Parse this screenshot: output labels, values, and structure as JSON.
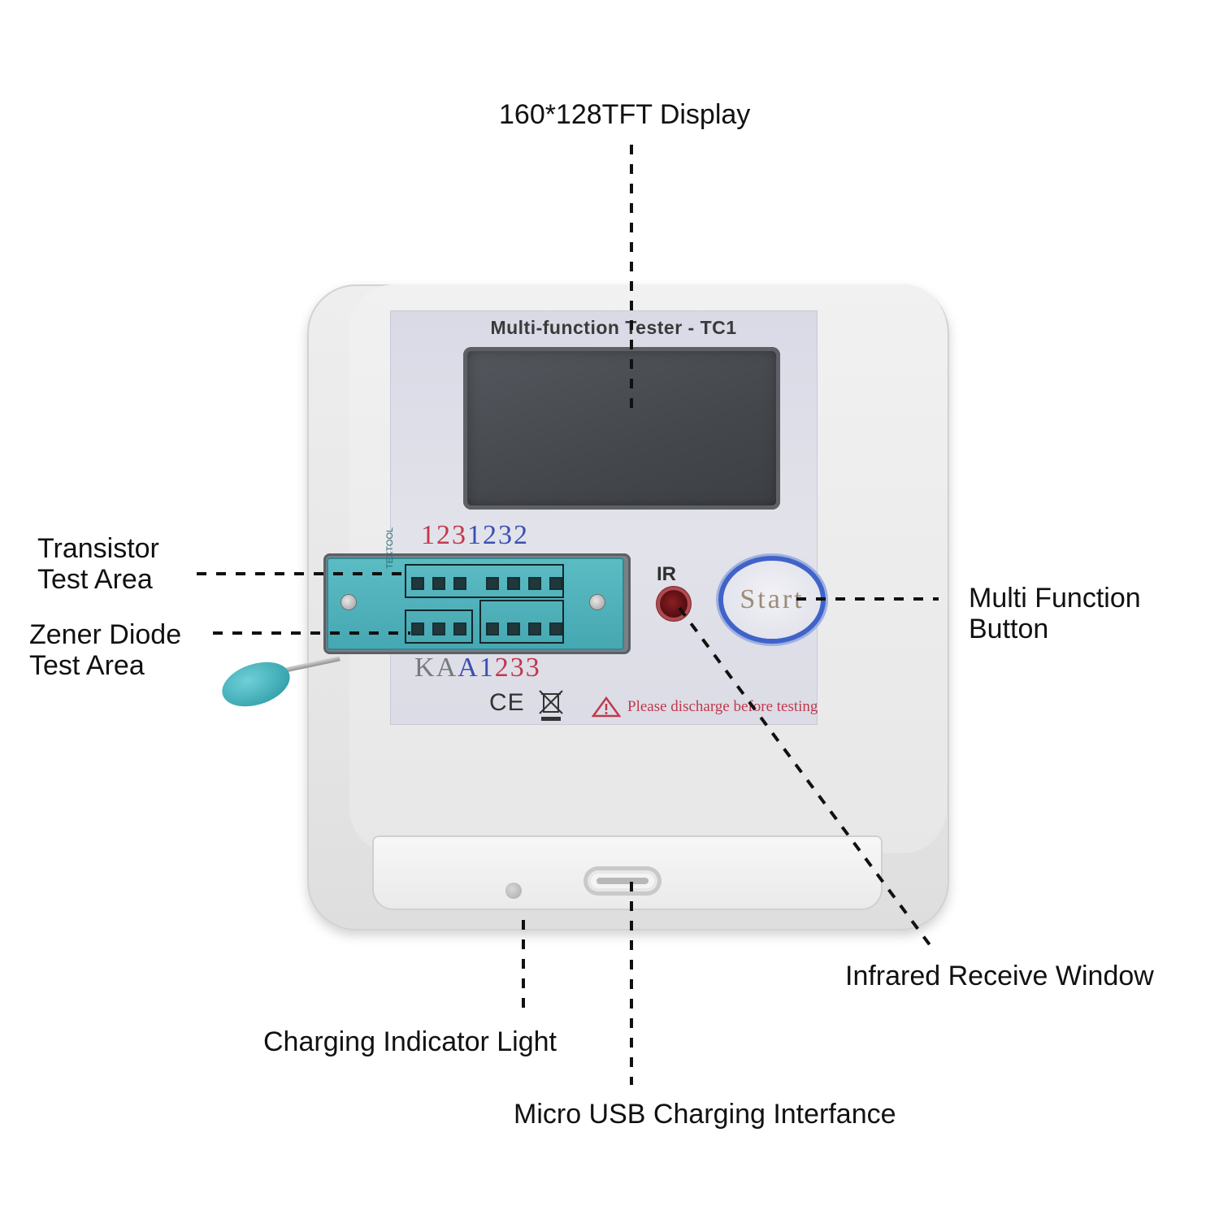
{
  "callouts": {
    "display": "160*128TFT Display",
    "transistor_line1": "Transistor",
    "transistor_line2": "Test Area",
    "zener_line1": "Zener Diode",
    "zener_line2": "Test Area",
    "function_button_line1": "Multi Function",
    "function_button_line2": "Button",
    "infrared": "Infrared Receive Window",
    "charging_light": "Charging Indicator Light",
    "usb": "Micro USB Charging Interfance"
  },
  "device": {
    "title": "Multi-function Tester - TC1",
    "top_pins": [
      {
        "t": "1",
        "c": "r"
      },
      {
        "t": "2",
        "c": "r"
      },
      {
        "t": "3",
        "c": "r"
      },
      {
        "t": "1",
        "c": "b"
      },
      {
        "t": "2",
        "c": "b"
      },
      {
        "t": "3",
        "c": "b"
      },
      {
        "t": "2",
        "c": "b"
      }
    ],
    "bottom_pins": [
      {
        "t": "K",
        "c": "g"
      },
      {
        "t": "A",
        "c": "g"
      },
      {
        "t": "A",
        "c": "b"
      },
      {
        "t": "1",
        "c": "b"
      },
      {
        "t": "2",
        "c": "r"
      },
      {
        "t": "3",
        "c": "r"
      },
      {
        "t": "3",
        "c": "r"
      }
    ],
    "ir_label": "IR",
    "start_label": "Start",
    "ce_mark": "CE",
    "warning_text": "Please discharge before testing",
    "zif_brand": "TEXTOOL"
  },
  "colors": {
    "accent_blue": "#3f63c9",
    "warning_red": "#c0394b",
    "socket_teal": "#45a7b1"
  }
}
